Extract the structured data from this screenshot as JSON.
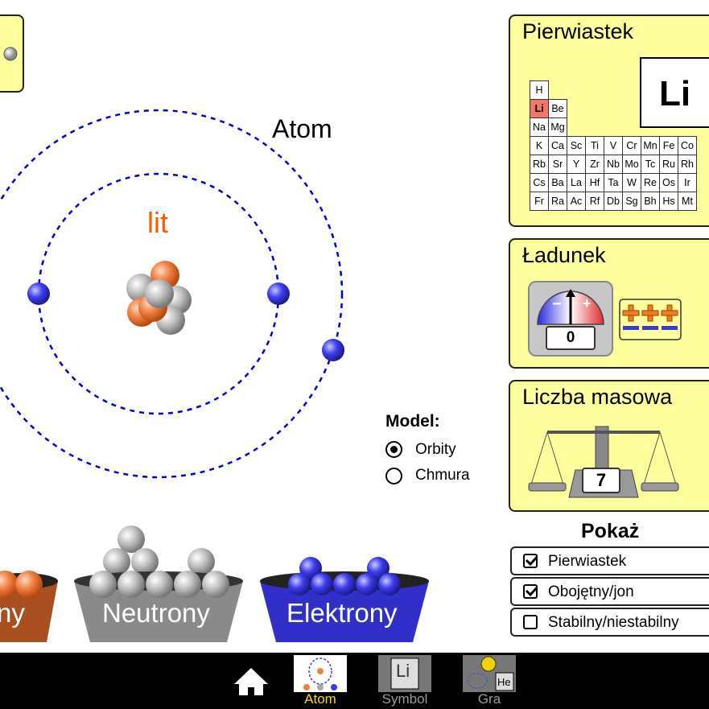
{
  "atom_view": {
    "title": "Atom",
    "element_name": "lit"
  },
  "model": {
    "label": "Model:",
    "options": [
      {
        "label": "Orbity",
        "selected": true
      },
      {
        "label": "Chmura",
        "selected": false
      }
    ]
  },
  "element_panel": {
    "title": "Pierwiastek",
    "symbol": "Li",
    "selected_element": "Li",
    "periodic_rows": [
      [
        "H"
      ],
      [
        "Li",
        "Be"
      ],
      [
        "Na",
        "Mg"
      ],
      [
        "K",
        "Ca",
        "Sc",
        "Ti",
        "V",
        "Cr",
        "Mn",
        "Fe",
        "Co"
      ],
      [
        "Rb",
        "Sr",
        "Y",
        "Zr",
        "Nb",
        "Mo",
        "Tc",
        "Ru",
        "Rh"
      ],
      [
        "Cs",
        "Ba",
        "La",
        "Hf",
        "Ta",
        "W",
        "Re",
        "Os",
        "Ir"
      ],
      [
        "Fr",
        "Ra",
        "Ac",
        "Rf",
        "Db",
        "Sg",
        "Bh",
        "Hs",
        "Mt"
      ]
    ]
  },
  "charge_panel": {
    "title": "Ładunek",
    "value": "0",
    "minus_sign": "−",
    "plus_sign": "+"
  },
  "mass_panel": {
    "title": "Liczba masowa",
    "value": "7"
  },
  "show_panel": {
    "title": "Pokaż",
    "options": [
      {
        "label": "Pierwiastek",
        "checked": true
      },
      {
        "label": "Obojętny/jon",
        "checked": true
      },
      {
        "label": "Stabilny/niestabilny",
        "checked": false
      }
    ]
  },
  "buckets": {
    "protons_partial": "ny",
    "neutrons": "Neutrony",
    "electrons": "Elektrony"
  },
  "nav": {
    "tabs": [
      {
        "label": "Atom",
        "active": true,
        "icon_text": ""
      },
      {
        "label": "Symbol",
        "active": false,
        "icon_text": "Li"
      },
      {
        "label": "Gra",
        "active": false,
        "icon_text": "He"
      }
    ]
  },
  "colors": {
    "panel_bg": "#ffff9e",
    "proton": "#f08040",
    "neutron": "#b0b0b0",
    "electron": "#3030e0",
    "element_name": "#ff5a00",
    "active_tab": "#ffd700",
    "inactive_tab": "#9a9a9a"
  }
}
